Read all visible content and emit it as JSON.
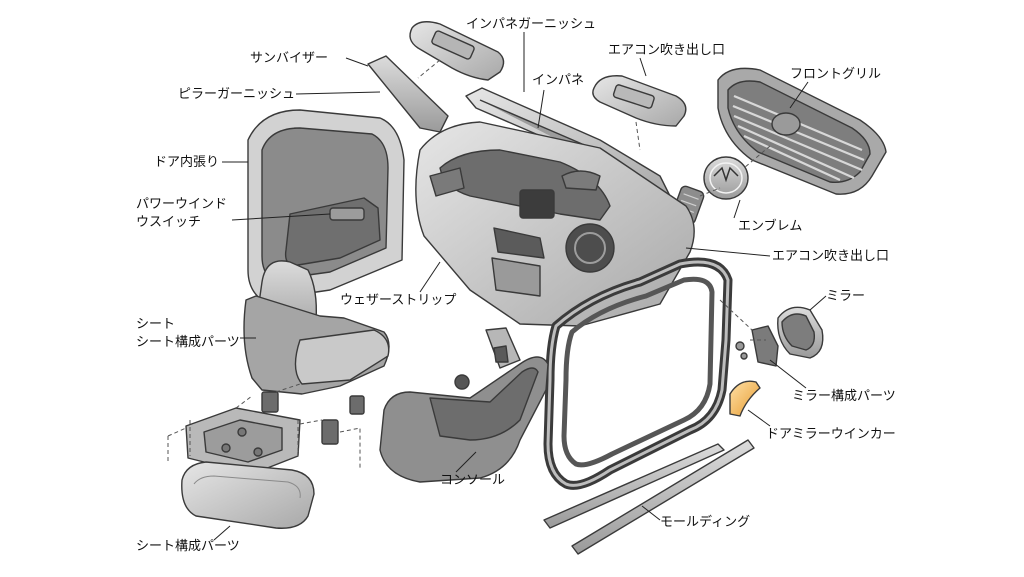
{
  "labels": {
    "sun_visor": "サンバイザー",
    "pillar_garnish": "ピラーガーニッシュ",
    "inpane_garnish": "インパネガーニッシュ",
    "inpane": "インパネ",
    "ac_vent_top": "エアコン吹き出し口",
    "front_grille": "フロントグリル",
    "door_trim": "ドア内張り",
    "power_window_line1": "パワーウインド",
    "power_window_line2": "ウスイッチ",
    "emblem": "エンブレム",
    "ac_vent_right": "エアコン吹き出し口",
    "weatherstrip": "ウェザーストリップ",
    "mirror": "ミラー",
    "seat_line1": "シート",
    "seat_line2": "シート構成パーツ",
    "mirror_parts": "ミラー構成パーツ",
    "door_mirror_winker": "ドアミラーウインカー",
    "console": "コンソール",
    "seat_parts_bottom": "シート構成パーツ",
    "molding": "モールディング"
  },
  "colors": {
    "part_fill": "#c9c9c9",
    "part_dark": "#8e8e8e",
    "part_light": "#e4e4e4",
    "stroke": "#3a3a3a",
    "amber": "#f2b65a"
  }
}
